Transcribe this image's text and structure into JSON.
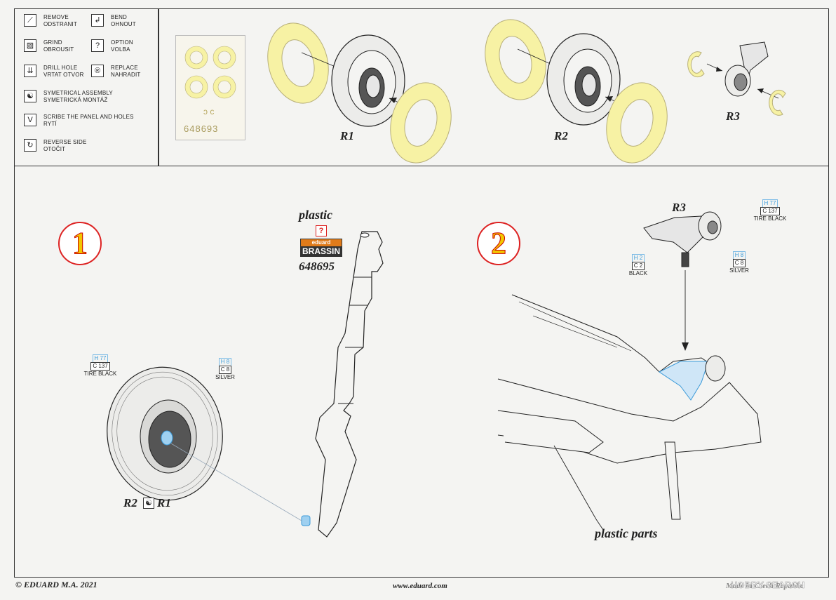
{
  "legend": [
    {
      "icon": "remove-icon",
      "glyph": "⟋",
      "lines": [
        "REMOVE",
        "ODSTRANIT"
      ]
    },
    {
      "icon": "bend-icon",
      "glyph": "↲",
      "lines": [
        "BEND",
        "OHNOUT"
      ]
    },
    {
      "icon": "grind-icon",
      "glyph": "▨",
      "lines": [
        "GRIND",
        "OBROUSIT"
      ]
    },
    {
      "icon": "option-icon",
      "glyph": "?",
      "lines": [
        "OPTION",
        "VOLBA"
      ]
    },
    {
      "icon": "drill-hole-icon",
      "glyph": "⇊",
      "lines": [
        "DRILL HOLE",
        "VRTAT OTVOR"
      ]
    },
    {
      "icon": "replace-icon",
      "glyph": "®",
      "lines": [
        "REPLACE",
        "NAHRADIT"
      ]
    },
    {
      "icon": "symmetrical-icon",
      "glyph": "☯",
      "lines": [
        "SYMETRICAL ASSEMBLY",
        "SYMETRICKÁ MONTÁŽ"
      ]
    },
    {
      "icon": "scribe-icon",
      "glyph": "V",
      "lines": [
        "SCRIBE THE PANEL AND HOLES",
        "RYTÍ"
      ]
    },
    {
      "icon": "reverse-side-icon",
      "glyph": "↻",
      "lines": [
        "REVERSE SIDE",
        "OTOČIT"
      ]
    }
  ],
  "mask_sheet": {
    "number": "648693"
  },
  "parts_labels": {
    "r1": "R1",
    "r2": "R2",
    "r3": "R3"
  },
  "step1": {
    "number": "1",
    "plastic": "plastic",
    "option_mark": "?",
    "brand_top": "eduard",
    "brand_main": "BRASSIN",
    "set_number": "648695",
    "color_tire": {
      "h": "H 77",
      "c": "C 137",
      "name": "TIRE BLACK"
    },
    "color_hub": {
      "h": "H 8",
      "c": "C 8",
      "name": "SILVER"
    },
    "label_left": "R2",
    "label_right": "R1"
  },
  "step2": {
    "number": "2",
    "r3": "R3",
    "color_tire": {
      "h": "H 77",
      "c": "C 137",
      "name": "TIRE BLACK"
    },
    "color_black": {
      "h": "H 2",
      "c": "C 2",
      "name": "BLACK"
    },
    "color_silver": {
      "h": "H 8",
      "c": "C 8",
      "name": "SILVER"
    },
    "plastic_parts": "plastic parts"
  },
  "footer": {
    "left": "© EDUARD  M.A. 2021",
    "center": "www.eduard.com",
    "right": "Made in Czech Republic",
    "watermark": "HOBBY SEARCH"
  },
  "colors": {
    "mask_yellow": "#f7f2a4",
    "accent_red": "#d22222",
    "paint_blue": "#3a9ad9",
    "brassin_orange": "#e07b1a"
  }
}
